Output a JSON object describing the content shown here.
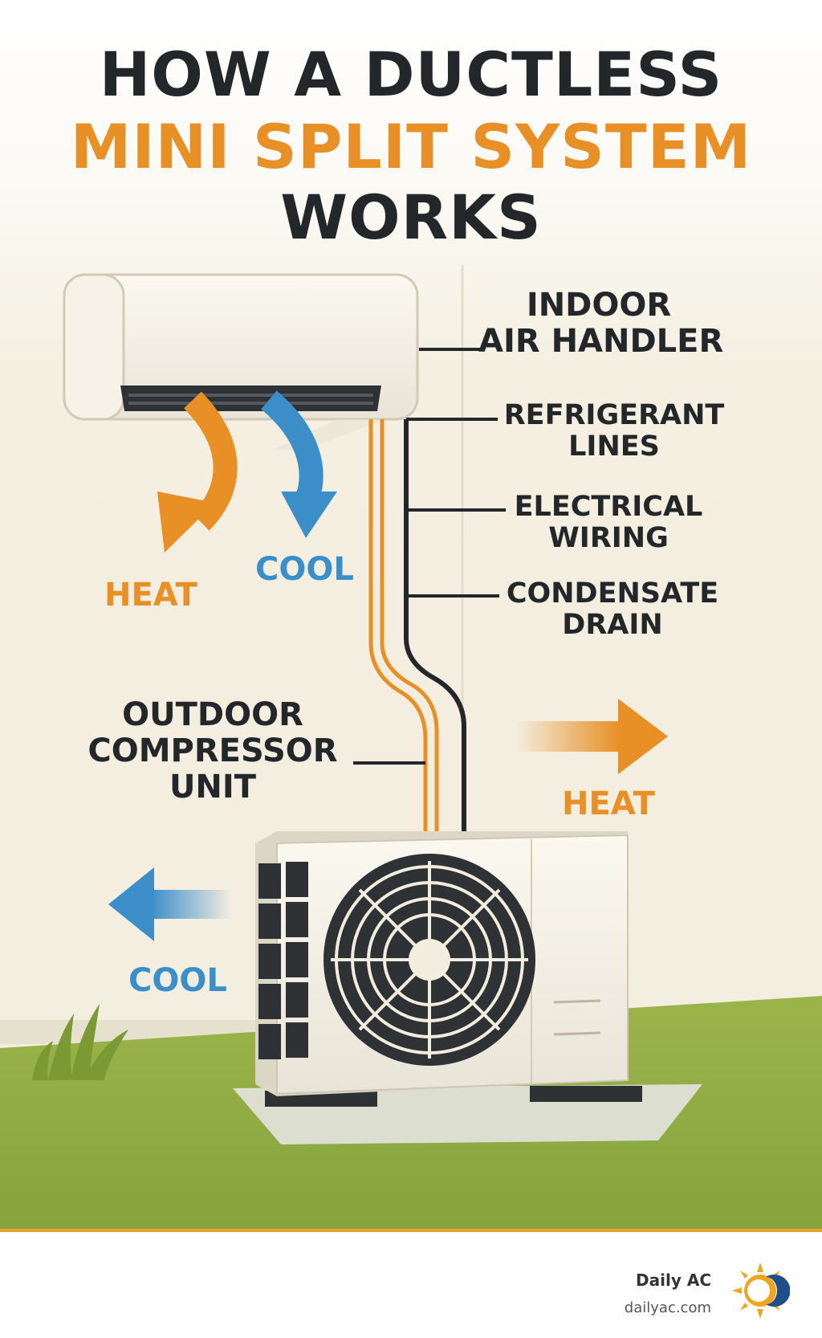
{
  "title": {
    "line1": "HOW A DUCTLESS",
    "line2": "MINI SPLIT SYSTEM",
    "line3": "WORKS"
  },
  "labels": {
    "indoor_air_handler": [
      "INDOOR",
      "AIR HANDLER"
    ],
    "refrigerant_lines": [
      "REFRIGERANT",
      "LINES"
    ],
    "electrical_wiring": [
      "ELECTRICAL",
      "WIRING"
    ],
    "condensate_drain": [
      "CONDENSATE",
      "DRAIN"
    ],
    "outdoor_compressor_unit": [
      "OUTDOOR",
      "COMPRESSOR",
      "UNIT"
    ]
  },
  "flows": {
    "indoor_heat": "HEAT",
    "indoor_cool": "COOL",
    "outdoor_heat": "HEAT",
    "outdoor_cool": "COOL"
  },
  "brand": {
    "name": "Daily AC",
    "url": "dailyac.com"
  },
  "colors": {
    "heat": "#e88f26",
    "cool": "#3c8ec9",
    "dark": "#23272a",
    "grass": "#8ca83f",
    "wall": "#f4f0e4"
  },
  "icons": {
    "logo": "sun-moon-logo-icon"
  }
}
